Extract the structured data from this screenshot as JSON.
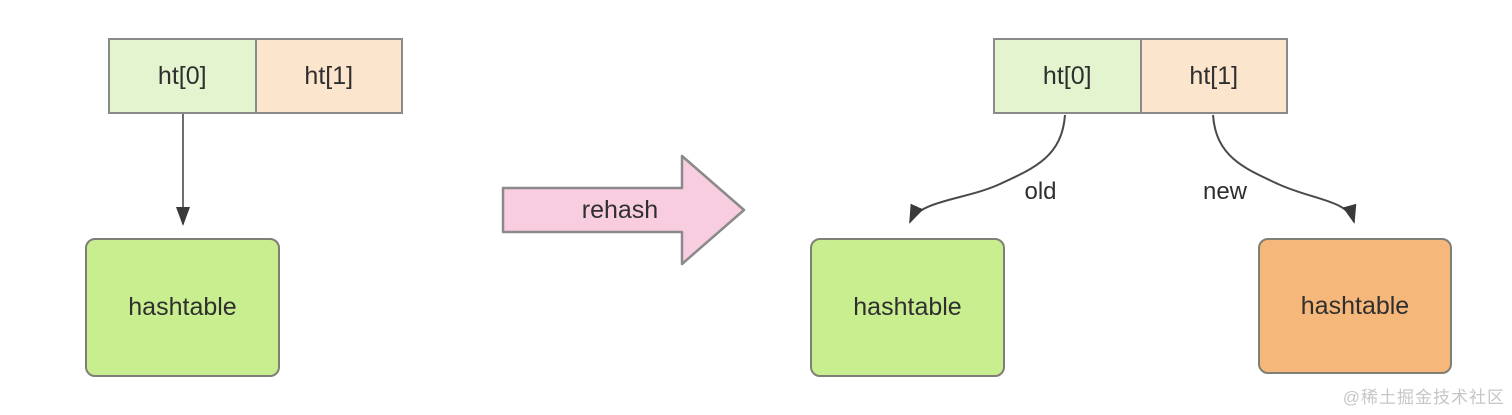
{
  "diagram": {
    "left": {
      "table": {
        "cells": [
          {
            "label": "ht[0]"
          },
          {
            "label": "ht[1]"
          }
        ]
      },
      "hashtable_label": "hashtable"
    },
    "transition": {
      "label": "rehash"
    },
    "right": {
      "table": {
        "cells": [
          {
            "label": "ht[0]"
          },
          {
            "label": "ht[1]"
          }
        ]
      },
      "old_edge_label": "old",
      "new_edge_label": "new",
      "old_hashtable_label": "hashtable",
      "new_hashtable_label": "hashtable"
    },
    "watermark": "@稀土掘金技术社区",
    "colors": {
      "cell_green": "#e3f4cf",
      "cell_peach": "#fbe5cc",
      "hashtable_green": "#c9ee90",
      "hashtable_orange": "#f6b77b",
      "arrow_pink": "#f9cde0",
      "border_gray": "#8a8a8a",
      "connector_dark": "#4a4a4a",
      "text_dark": "#2f2f2f",
      "watermark_gray": "#c6c6c6"
    }
  }
}
